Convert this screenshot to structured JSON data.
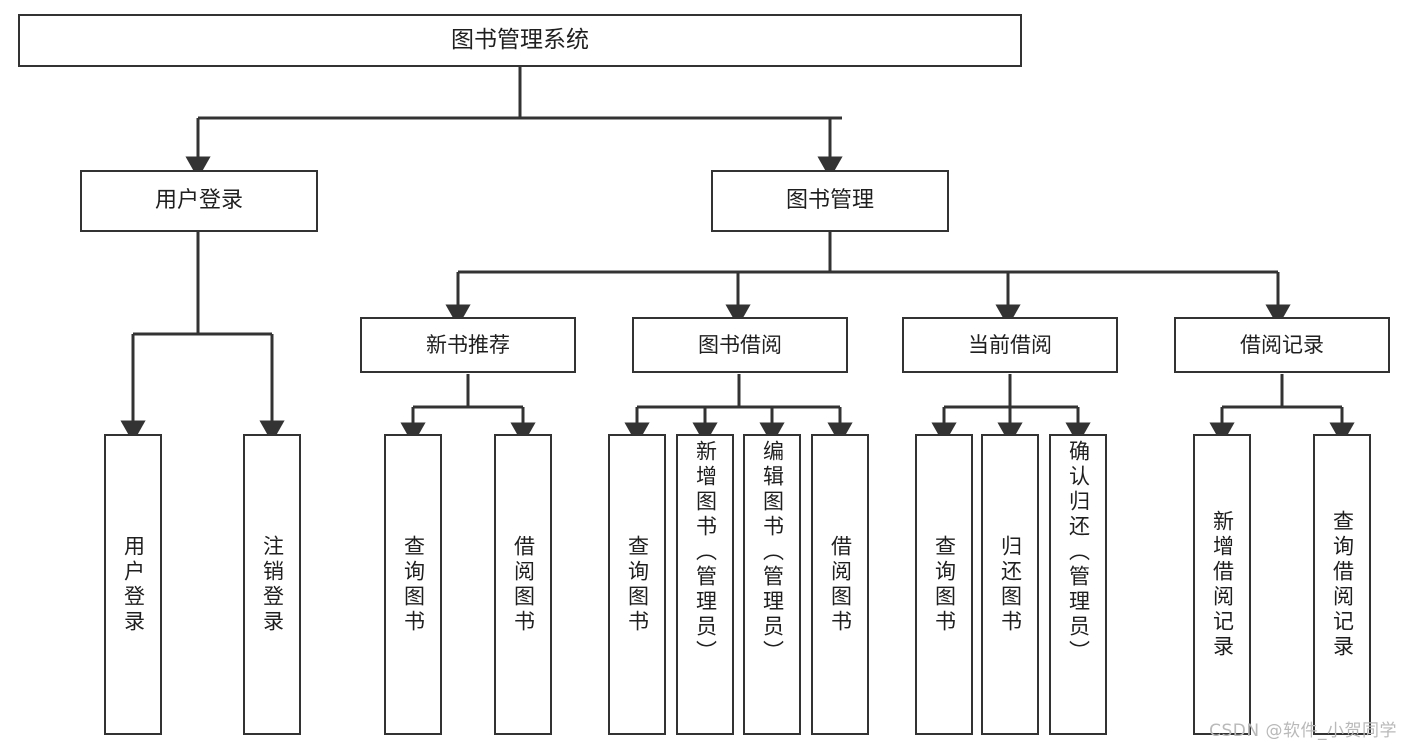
{
  "diagram": {
    "type": "tree",
    "title": "图书管理系统",
    "orientation": "top-down",
    "edge_color": "#333333",
    "box_border_color": "#333333",
    "box_fill_color": "#ffffff",
    "background_color": "#ffffff",
    "nodes": {
      "root": {
        "label": "图书管理系统"
      },
      "level2": [
        {
          "id": "user-login",
          "label": "用户登录"
        },
        {
          "id": "book-management",
          "label": "图书管理"
        }
      ],
      "level3": [
        {
          "id": "new-book-recommend",
          "label": "新书推荐",
          "parent": "book-management"
        },
        {
          "id": "book-borrow",
          "label": "图书借阅",
          "parent": "book-management"
        },
        {
          "id": "current-borrow",
          "label": "当前借阅",
          "parent": "book-management"
        },
        {
          "id": "borrow-record",
          "label": "借阅记录",
          "parent": "book-management"
        }
      ],
      "leaves": [
        {
          "id": "leaf-user-login",
          "label": "用户登录",
          "parent": "user-login"
        },
        {
          "id": "leaf-user-logout",
          "label": "注销登录",
          "parent": "user-login"
        },
        {
          "id": "leaf-query-book-1",
          "label": "查询图书",
          "parent": "new-book-recommend"
        },
        {
          "id": "leaf-borrow-book-1",
          "label": "借阅图书",
          "parent": "new-book-recommend"
        },
        {
          "id": "leaf-query-book-2",
          "label": "查询图书",
          "parent": "book-borrow"
        },
        {
          "id": "leaf-add-book",
          "label": "新增图书（管理员）",
          "parent": "book-borrow"
        },
        {
          "id": "leaf-edit-book",
          "label": "编辑图书（管理员）",
          "parent": "book-borrow"
        },
        {
          "id": "leaf-borrow-book-2",
          "label": "借阅图书",
          "parent": "book-borrow"
        },
        {
          "id": "leaf-query-book-3",
          "label": "查询图书",
          "parent": "current-borrow"
        },
        {
          "id": "leaf-return-book",
          "label": "归还图书",
          "parent": "current-borrow"
        },
        {
          "id": "leaf-confirm-return",
          "label": "确认归还（管理员）",
          "parent": "current-borrow"
        },
        {
          "id": "leaf-add-record",
          "label": "新增借阅记录",
          "parent": "borrow-record"
        },
        {
          "id": "leaf-query-record",
          "label": "查询借阅记录",
          "parent": "borrow-record"
        }
      ]
    }
  },
  "watermark": {
    "text": "CSDN @软件_小贺同学"
  }
}
